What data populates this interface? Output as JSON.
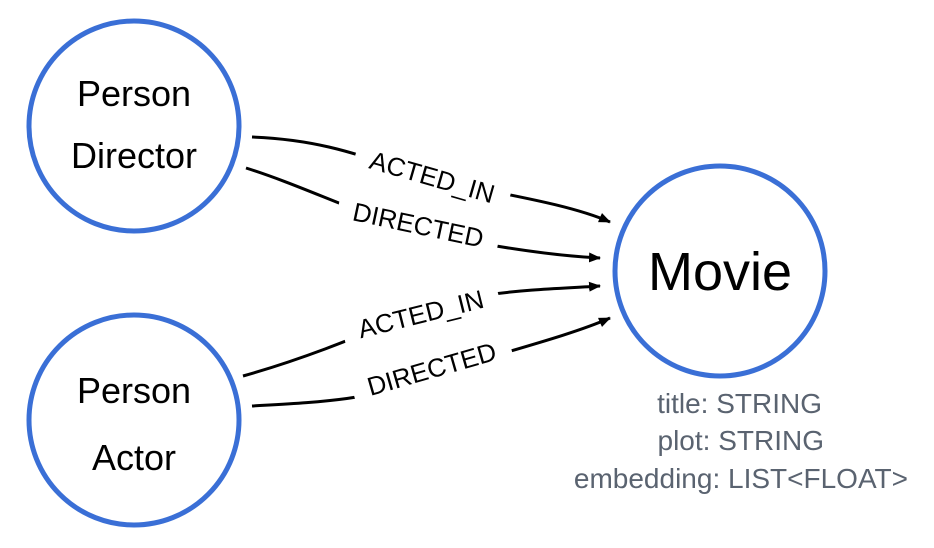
{
  "nodes": {
    "person_director": {
      "line1": "Person",
      "line2": "Director"
    },
    "person_actor": {
      "line1": "Person",
      "line2": "Actor"
    },
    "movie": {
      "label": "Movie"
    }
  },
  "edges": {
    "director_acted_in": "ACTED_IN",
    "director_directed": "DIRECTED",
    "actor_acted_in": "ACTED_IN",
    "actor_directed": "DIRECTED"
  },
  "movie_properties": [
    "title: STRING",
    "plot: STRING",
    "embedding: LIST<FLOAT>"
  ],
  "colors": {
    "node_border": "#3a6fd6",
    "property_text": "#5a6370"
  }
}
